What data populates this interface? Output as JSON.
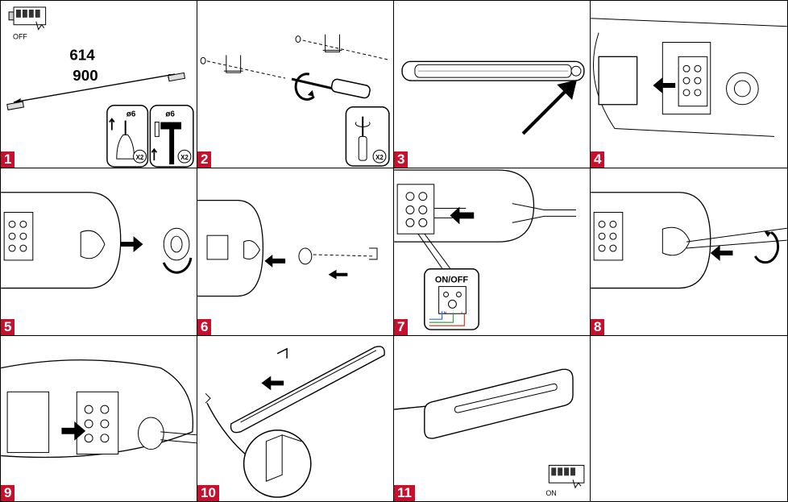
{
  "steps": [
    {
      "number": "1",
      "off_label": "OFF",
      "dim_a": "614",
      "dim_b": "900",
      "drill_size": "ø6",
      "hammer_size": "ø6",
      "drill_qty": "X2",
      "hammer_qty": "X2"
    },
    {
      "number": "2",
      "screwdriver_qty": "X2"
    },
    {
      "number": "3"
    },
    {
      "number": "4"
    },
    {
      "number": "5"
    },
    {
      "number": "6"
    },
    {
      "number": "7",
      "switch_label": "ON/OFF",
      "terminal_n": "N",
      "terminal_l": "L"
    },
    {
      "number": "8"
    },
    {
      "number": "9"
    },
    {
      "number": "10"
    },
    {
      "number": "11",
      "on_label": "ON"
    }
  ],
  "colors": {
    "badge": "#c8102e",
    "wire_blue": "#2f6fd6",
    "wire_green": "#3aa13a",
    "wire_red": "#d23a2a"
  }
}
